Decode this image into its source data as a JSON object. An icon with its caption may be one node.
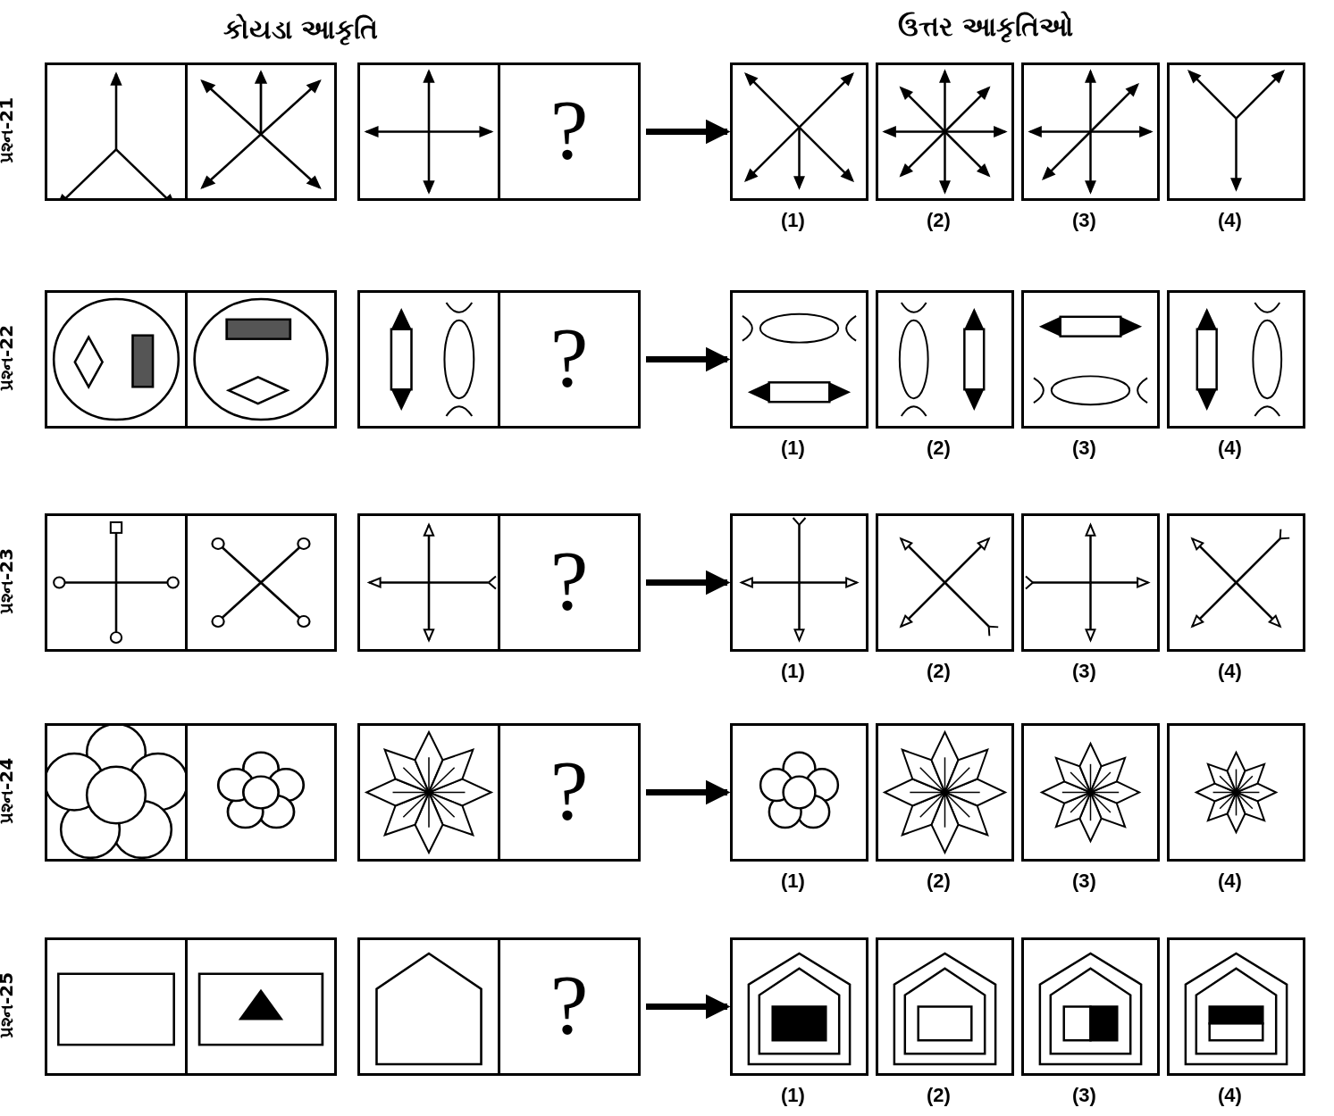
{
  "diagram": {
    "nodes": [
      {
        "text": [
          "?"
        ]
      },
      {
        "text": [],
        "shape": "box",
        "beside": [
          "(1)",
          "(2)",
          "(3)",
          "(4)"
        ]
      },
      {
        "text": [
          "?"
        ]
      },
      {
        "text": [],
        "shape": "box",
        "beside": [
          "(1)",
          "(2)",
          "(3)",
          "(4)"
        ]
      },
      {
        "text": [
          "?"
        ]
      },
      {
        "text": [],
        "shape": "box",
        "beside": [
          "(1)",
          "(2)",
          "(3)",
          "(4)"
        ]
      },
      {
        "text": [
          "?"
        ]
      },
      {
        "text": [],
        "shape": "box",
        "beside": [
          "(1)",
          "(2)",
          "(3)",
          "(4)"
        ]
      },
      {
        "text": [
          "?"
        ]
      },
      {
        "text": [],
        "shape": "box",
        "beside": [
          "(1)",
          "(2)",
          "(3)",
          "(4)"
        ]
      }
    ],
    "edges": [
      {
        "from": 0,
        "to": 1,
        "arrow": "to"
      },
      {
        "from": 2,
        "to": 3,
        "arrow": "to"
      },
      {
        "from": 4,
        "to": 5,
        "arrow": "to"
      },
      {
        "from": 6,
        "to": 7,
        "arrow": "to"
      },
      {
        "from": 8,
        "to": 9,
        "arrow": "to"
      }
    ],
    "labels": [
      "કોયડા આકૃતિ",
      "ઉત્તર આકૃતિઓ",
      "પ્રશ્ન-21",
      "પ્રશ્ન-22",
      "પ્રશ્ન-23",
      "પ્રશ્ન-24",
      "પ્રશ્ન-25"
    ]
  }
}
